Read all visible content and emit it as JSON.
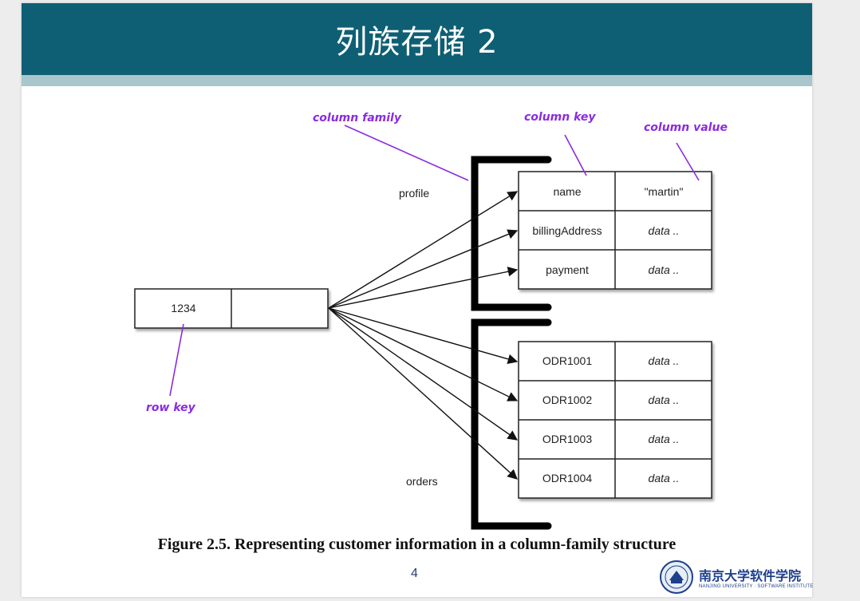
{
  "slide": {
    "title": "列族存储 2",
    "page_number": "4",
    "caption": "Figure 2.5. Representing customer information in a column-family structure"
  },
  "diagram": {
    "annotations": {
      "column_family": "column family",
      "column_key": "column key",
      "column_value": "column value",
      "row_key": "row key"
    },
    "row": {
      "key": "1234"
    },
    "families": [
      {
        "name": "profile",
        "columns": [
          {
            "key": "name",
            "value": "\"martin\""
          },
          {
            "key": "billingAddress",
            "value": "data .."
          },
          {
            "key": "payment",
            "value": "data .."
          }
        ]
      },
      {
        "name": "orders",
        "columns": [
          {
            "key": "ODR1001",
            "value": "data .."
          },
          {
            "key": "ODR1002",
            "value": "data .."
          },
          {
            "key": "ODR1003",
            "value": "data .."
          },
          {
            "key": "ODR1004",
            "value": "data .."
          }
        ]
      }
    ],
    "colors": {
      "annotation": "#8a2be2",
      "line": "#111111"
    }
  },
  "logo": {
    "chinese": "南京大学软件学院",
    "english": "NANJING UNIVERSITY · SOFTWARE INSTITUTE"
  }
}
